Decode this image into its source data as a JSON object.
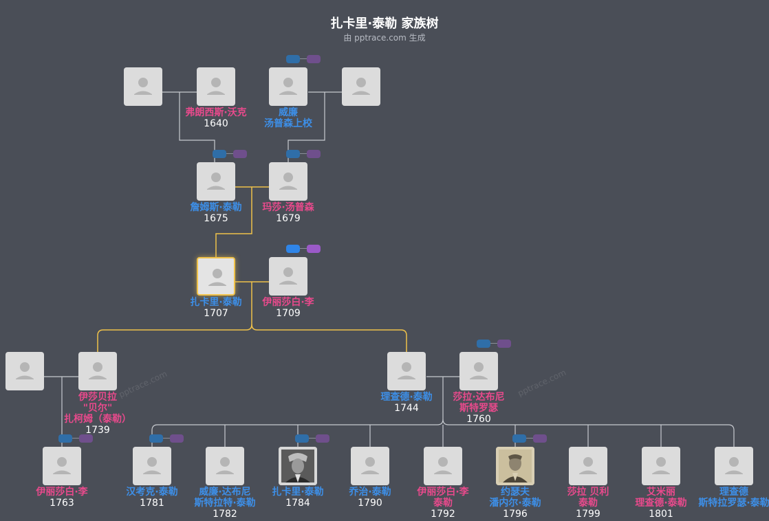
{
  "title": "扎卡里·泰勒 家族树",
  "subtitle": "由 pptrace.com 生成",
  "watermark": "pptrace.com",
  "colors": {
    "background": "#4a4e57",
    "male": "#3d8fe8",
    "female": "#e84a8c",
    "line": "#c8cbd0",
    "highlight_line": "#f0c24a"
  },
  "people": [
    {
      "id": "p1",
      "name": "",
      "year": "",
      "gender": "none"
    },
    {
      "id": "p2",
      "name": "弗朗西斯·沃克",
      "year": "1640",
      "gender": "female"
    },
    {
      "id": "p3",
      "name": "威廉\n汤普森上校",
      "year": "",
      "gender": "male"
    },
    {
      "id": "p4",
      "name": "",
      "year": "",
      "gender": "none"
    },
    {
      "id": "p5",
      "name": "詹姆斯·泰勒",
      "year": "1675",
      "gender": "male"
    },
    {
      "id": "p6",
      "name": "玛莎·汤普森",
      "year": "1679",
      "gender": "female"
    },
    {
      "id": "p7",
      "name": "扎卡里·泰勒",
      "year": "1707",
      "gender": "male"
    },
    {
      "id": "p8",
      "name": "伊丽莎白·李",
      "year": "1709",
      "gender": "female"
    },
    {
      "id": "p9",
      "name": "",
      "year": "",
      "gender": "none"
    },
    {
      "id": "p10",
      "name": "伊莎贝拉\n\"贝尔\"\n扎柯姆（泰勒）",
      "year": "1739",
      "gender": "female"
    },
    {
      "id": "p11",
      "name": "理查德·泰勒",
      "year": "1744",
      "gender": "male"
    },
    {
      "id": "p12",
      "name": "莎拉·达布尼\n斯特罗瑟",
      "year": "1760",
      "gender": "female"
    },
    {
      "id": "p13",
      "name": "伊丽莎白·李",
      "year": "1763",
      "gender": "female"
    },
    {
      "id": "p14",
      "name": "汉考克·泰勒",
      "year": "1781",
      "gender": "male"
    },
    {
      "id": "p15",
      "name": "威廉·达布尼\n斯特拉特·泰勒",
      "year": "1782",
      "gender": "male"
    },
    {
      "id": "p16",
      "name": "扎卡里·泰勒",
      "year": "1784",
      "gender": "male"
    },
    {
      "id": "p17",
      "name": "乔治·泰勒",
      "year": "1790",
      "gender": "male"
    },
    {
      "id": "p18",
      "name": "伊丽莎白·李\n泰勒",
      "year": "1792",
      "gender": "female"
    },
    {
      "id": "p19",
      "name": "约瑟夫\n潘内尔·泰勒",
      "year": "1796",
      "gender": "male"
    },
    {
      "id": "p20",
      "name": "莎拉 贝利\n泰勒",
      "year": "1799",
      "gender": "female"
    },
    {
      "id": "p21",
      "name": "艾米丽\n理查德·泰勒",
      "year": "1801",
      "gender": "female"
    },
    {
      "id": "p22",
      "name": "理查德\n斯特拉罗瑟·泰勒",
      "year": "",
      "gender": "male"
    }
  ]
}
